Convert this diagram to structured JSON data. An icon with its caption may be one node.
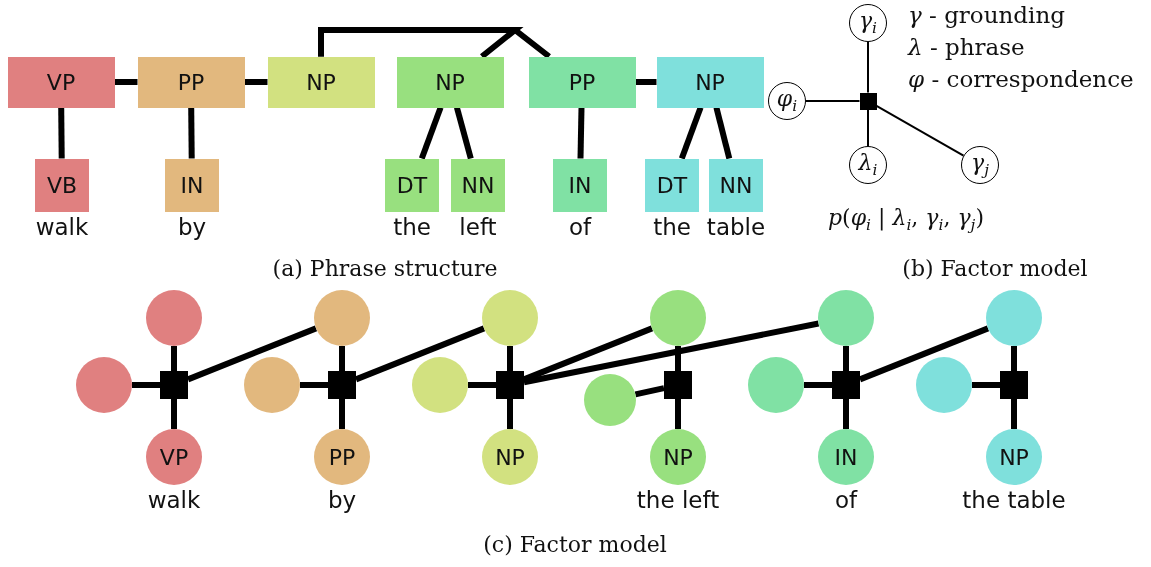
{
  "diagram": {
    "nodes": [
      {
        "text": [
          "VP"
        ]
      },
      {
        "text": [
          "PP"
        ]
      },
      {
        "text": [
          "NP"
        ]
      },
      {
        "text": [
          "NP"
        ]
      },
      {
        "text": [
          "PP"
        ]
      },
      {
        "text": [
          "NP"
        ]
      },
      {
        "text": [
          "VB"
        ],
        "beside": [
          "walk"
        ]
      },
      {
        "text": [
          "IN"
        ],
        "beside": [
          "by"
        ]
      },
      {
        "text": [
          "DT"
        ],
        "beside": [
          "the"
        ]
      },
      {
        "text": [
          "NN"
        ],
        "beside": [
          "left"
        ]
      },
      {
        "text": [
          "IN"
        ],
        "beside": [
          "of"
        ]
      },
      {
        "text": [
          "DT"
        ],
        "beside": [
          "the"
        ]
      },
      {
        "text": [
          "NN"
        ],
        "beside": [
          "table"
        ]
      },
      {
        "text": [
          "γ$_{i}$"
        ]
      },
      {
        "text": [
          "φ$_{i}$"
        ]
      },
      {
        "text": [],
        "shape": "box"
      },
      {
        "text": [
          "λ$_{i}$"
        ]
      },
      {
        "text": [
          "γ$_{j}$"
        ]
      },
      {
        "text": [],
        "shape": "circle"
      },
      {
        "text": [],
        "shape": "circle"
      },
      {
        "text": [],
        "shape": "box"
      },
      {
        "text": [
          "VP"
        ],
        "beside": [
          "walk"
        ]
      },
      {
        "text": [],
        "shape": "circle"
      },
      {
        "text": [],
        "shape": "circle"
      },
      {
        "text": [],
        "shape": "box"
      },
      {
        "text": [
          "PP"
        ],
        "beside": [
          "by"
        ]
      },
      {
        "text": [],
        "shape": "circle"
      },
      {
        "text": [],
        "shape": "circle"
      },
      {
        "text": [],
        "shape": "box"
      },
      {
        "text": [
          "NP"
        ]
      },
      {
        "text": [],
        "shape": "circle"
      },
      {
        "text": [],
        "shape": "circle"
      },
      {
        "text": [],
        "shape": "box"
      },
      {
        "text": [
          "NP"
        ],
        "beside": [
          "the left"
        ]
      },
      {
        "text": [],
        "shape": "circle"
      },
      {
        "text": [],
        "shape": "circle"
      },
      {
        "text": [],
        "shape": "box"
      },
      {
        "text": [
          "IN"
        ],
        "beside": [
          "of"
        ]
      },
      {
        "text": [],
        "shape": "circle"
      },
      {
        "text": [],
        "shape": "circle"
      },
      {
        "text": [],
        "shape": "box"
      },
      {
        "text": [
          "NP"
        ],
        "beside": [
          "the table"
        ]
      }
    ],
    "edges": [
      {
        "from": 0,
        "to": 1,
        "arrow": "none"
      },
      {
        "from": 1,
        "to": 2,
        "arrow": "none"
      },
      {
        "from": 2,
        "to": 3,
        "arrow": "none"
      },
      {
        "from": 2,
        "to": 4,
        "arrow": "none"
      },
      {
        "from": 4,
        "to": 5,
        "arrow": "none"
      },
      {
        "from": 0,
        "to": 6,
        "arrow": "none"
      },
      {
        "from": 1,
        "to": 7,
        "arrow": "none"
      },
      {
        "from": 3,
        "to": 8,
        "arrow": "none"
      },
      {
        "from": 3,
        "to": 9,
        "arrow": "none"
      },
      {
        "from": 4,
        "to": 10,
        "arrow": "none"
      },
      {
        "from": 5,
        "to": 11,
        "arrow": "none"
      },
      {
        "from": 5,
        "to": 12,
        "arrow": "none"
      },
      {
        "from": 13,
        "to": 15,
        "arrow": "none"
      },
      {
        "from": 14,
        "to": 15,
        "arrow": "none"
      },
      {
        "from": 15,
        "to": 16,
        "arrow": "none"
      },
      {
        "from": 15,
        "to": 17,
        "arrow": "none"
      },
      {
        "from": 18,
        "to": 20,
        "arrow": "none"
      },
      {
        "from": 19,
        "to": 20,
        "arrow": "none"
      },
      {
        "from": 20,
        "to": 21,
        "arrow": "none"
      },
      {
        "from": 22,
        "to": 24,
        "arrow": "none"
      },
      {
        "from": 23,
        "to": 24,
        "arrow": "none"
      },
      {
        "from": 24,
        "to": 25,
        "arrow": "none"
      },
      {
        "from": 26,
        "to": 28,
        "arrow": "none"
      },
      {
        "from": 27,
        "to": 28,
        "arrow": "none"
      },
      {
        "from": 28,
        "to": 29,
        "arrow": "none"
      },
      {
        "from": 30,
        "to": 32,
        "arrow": "none"
      },
      {
        "from": 31,
        "to": 32,
        "arrow": "none"
      },
      {
        "from": 32,
        "to": 33,
        "arrow": "none"
      },
      {
        "from": 34,
        "to": 36,
        "arrow": "none"
      },
      {
        "from": 35,
        "to": 36,
        "arrow": "none"
      },
      {
        "from": 36,
        "to": 37,
        "arrow": "none"
      },
      {
        "from": 38,
        "to": 40,
        "arrow": "none"
      },
      {
        "from": 39,
        "to": 40,
        "arrow": "none"
      },
      {
        "from": 40,
        "to": 41,
        "arrow": "none"
      },
      {
        "from": 20,
        "to": 22,
        "arrow": "none"
      },
      {
        "from": 24,
        "to": 26,
        "arrow": "none"
      },
      {
        "from": 28,
        "to": 30,
        "arrow": "none"
      },
      {
        "from": 28,
        "to": 34,
        "arrow": "none"
      },
      {
        "from": 36,
        "to": 38,
        "arrow": "none"
      }
    ],
    "labels": [
      "*γ* - grounding",
      "*λ* - phrase",
      "*φ* - correspondence",
      "*p*(*φ*$_{i}$ | *λ*$_{i}$, *γ*$_{i}$, *γ*$_{j}$)",
      "(a) Phrase structure",
      "(b) Factor model",
      "(c) Factor model"
    ]
  }
}
